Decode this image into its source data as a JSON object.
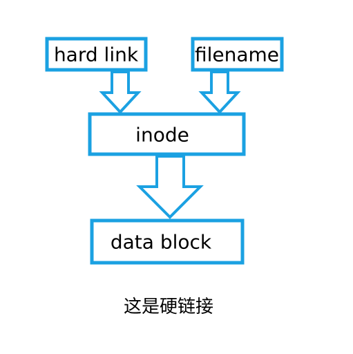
{
  "colors": {
    "stroke": "#1ba1e2",
    "fill": "#ffffff",
    "text": "#000000",
    "background": "#ffffff"
  },
  "nodes": {
    "hard_link": "hard link",
    "filename": "filename",
    "inode": "inode",
    "data_block": "data block"
  },
  "caption": "这是硬链接"
}
